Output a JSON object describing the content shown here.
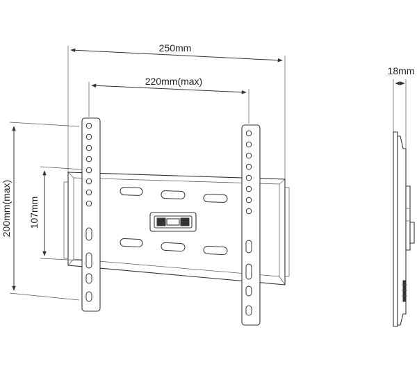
{
  "dimensions": {
    "width": "250mm",
    "width_max": "220mm(max)",
    "height_max": "200mm(max)",
    "height": "107mm",
    "depth": "18mm"
  }
}
